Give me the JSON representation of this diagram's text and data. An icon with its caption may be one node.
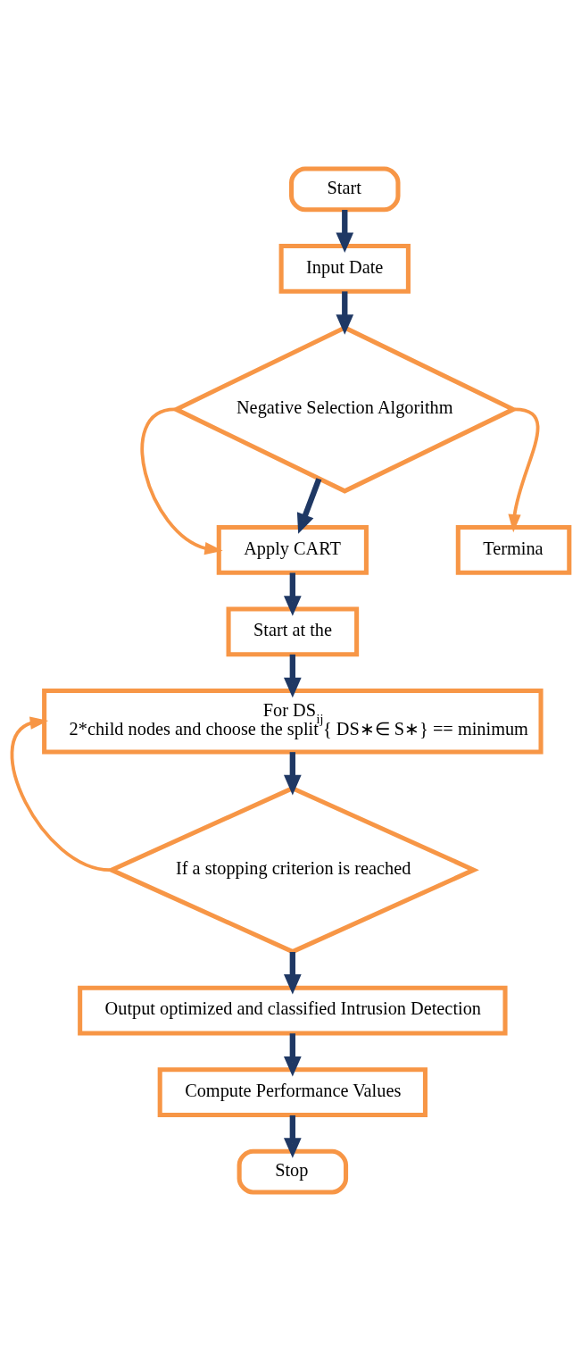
{
  "diagram": {
    "nodes": [
      {
        "text": [
          "Start"
        ]
      },
      {
        "text": [
          "Input Date"
        ]
      },
      {
        "text": [
          "Negative Selection Algorithm"
        ]
      },
      {
        "text": [
          "Apply CART"
        ]
      },
      {
        "text": [
          "Termina"
        ]
      },
      {
        "text": [
          "Start at the"
        ]
      },
      {
        "text": [
          "For DS$_{ij}$",
          "2*child nodes and choose the split { DS∗∈ S∗} == minimum"
        ]
      },
      {
        "text": [
          "If a stopping criterion is reached"
        ]
      },
      {
        "text": [
          "Output optimized and classified Intrusion Detection"
        ]
      },
      {
        "text": [
          "Compute Performance Values"
        ]
      },
      {
        "text": [
          "Stop"
        ]
      }
    ],
    "edges": [
      {
        "from": 0,
        "to": 1,
        "arrow": "to"
      },
      {
        "from": 1,
        "to": 2,
        "arrow": "to"
      },
      {
        "from": 2,
        "to": 3,
        "arrow": "to"
      },
      {
        "from": 2,
        "to": 3,
        "arrow": "to",
        "color": "#f79646"
      },
      {
        "from": 2,
        "to": 4,
        "arrow": "to",
        "color": "#f79646"
      },
      {
        "from": 3,
        "to": 5,
        "arrow": "to"
      },
      {
        "from": 5,
        "to": 6,
        "arrow": "to"
      },
      {
        "from": 6,
        "to": 7,
        "arrow": "to"
      },
      {
        "from": 7,
        "to": 6,
        "arrow": "to",
        "color": "#f79646"
      },
      {
        "from": 7,
        "to": 8,
        "arrow": "to"
      },
      {
        "from": 8,
        "to": 9,
        "arrow": "to"
      },
      {
        "from": 9,
        "to": 10,
        "arrow": "to"
      }
    ]
  }
}
